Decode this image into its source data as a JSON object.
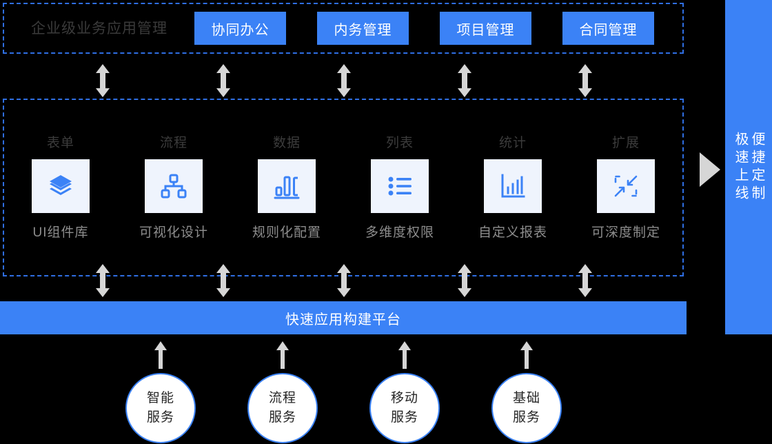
{
  "top_row": {
    "title": "企业级业务应用管理",
    "apps": [
      {
        "label": "协同办公"
      },
      {
        "label": "内务管理"
      },
      {
        "label": "项目管理"
      },
      {
        "label": "合同管理"
      }
    ]
  },
  "capabilities": [
    {
      "category": "表单",
      "icon": "layers-icon",
      "description": "UI组件库"
    },
    {
      "category": "流程",
      "icon": "org-chart-icon",
      "description": "可视化设计"
    },
    {
      "category": "数据",
      "icon": "bar-data-icon",
      "description": "规则化配置"
    },
    {
      "category": "列表",
      "icon": "bullet-list-icon",
      "description": "多维度权限"
    },
    {
      "category": "统计",
      "icon": "bar-chart-icon",
      "description": "自定义报表"
    },
    {
      "category": "扩展",
      "icon": "collapse-arrows-icon",
      "description": "可深度制定"
    }
  ],
  "platform": {
    "label": "快速应用构建平台"
  },
  "services": [
    {
      "line1": "智能",
      "line2": "服务"
    },
    {
      "line1": "流程",
      "line2": "服务"
    },
    {
      "line1": "移动",
      "line2": "服务"
    },
    {
      "line1": "基础",
      "line2": "服务"
    }
  ],
  "sidebar": {
    "column1": "便捷定制",
    "column2": "极速上线"
  },
  "colors": {
    "accent_blue": "#3b82f6",
    "dashed_border": "#2f6fe4",
    "tile_bg": "#eff4fd",
    "arrow_grey": "#d6d6d6",
    "background": "#000000",
    "label_grey": "#8d8d8d",
    "category_grey": "#3c3c3c"
  }
}
